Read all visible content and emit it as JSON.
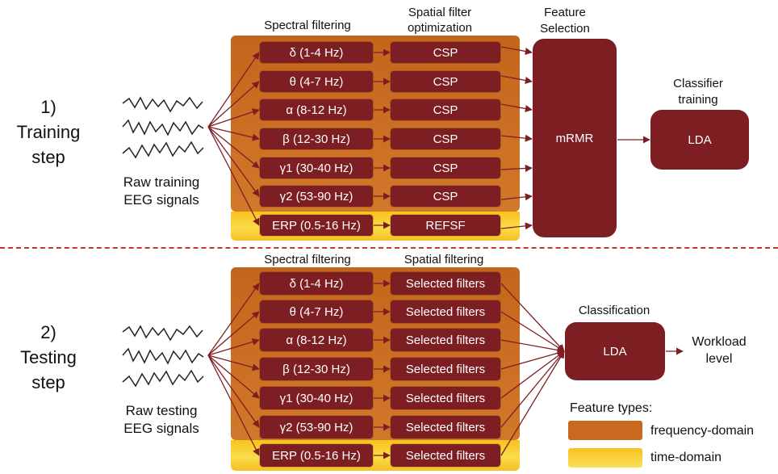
{
  "training": {
    "step_line1": "1)",
    "step_line2": "Training",
    "step_line3": "step",
    "signals_line1": "Raw training",
    "signals_line2": "EEG signals",
    "col_spectral": "Spectral filtering",
    "col_spatial_line1": "Spatial filter",
    "col_spatial_line2": "optimization",
    "col_feature_line1": "Feature",
    "col_feature_line2": "Selection",
    "col_classifier_line1": "Classifier",
    "col_classifier_line2": "training",
    "bands": [
      "δ (1-4 Hz)",
      "θ (4-7 Hz)",
      "α (8-12 Hz)",
      "β (12-30 Hz)",
      "γ1 (30-40 Hz)",
      "γ2 (53-90 Hz)"
    ],
    "band_filter": "CSP",
    "erp_band": "ERP (0.5-16 Hz)",
    "erp_filter": "REFSF",
    "selector": "mRMR",
    "classifier": "LDA"
  },
  "testing": {
    "step_line1": "2)",
    "step_line2": "Testing",
    "step_line3": "step",
    "signals_line1": "Raw testing",
    "signals_line2": "EEG signals",
    "col_spectral": "Spectral filtering",
    "col_spatial": "Spatial filtering",
    "col_classification": "Classification",
    "bands": [
      "δ (1-4 Hz)",
      "θ (4-7 Hz)",
      "α (8-12 Hz)",
      "β (12-30 Hz)",
      "γ1 (30-40 Hz)",
      "γ2 (53-90 Hz)"
    ],
    "band_filter": "Selected filters",
    "erp_band": "ERP (0.5-16 Hz)",
    "erp_filter": "Selected filters",
    "classifier": "LDA",
    "output_line1": "Workload",
    "output_line2": "level"
  },
  "legend": {
    "title": "Feature types:",
    "items": [
      {
        "label": "frequency-domain",
        "color": "#c9691f"
      },
      {
        "label": "time-domain",
        "color": "#f8cc2e"
      }
    ]
  },
  "colors": {
    "box": "#7d1f22",
    "arrow": "#7d1f22",
    "divider": "#c0392b",
    "frequency_panel": "#c9691f",
    "time_panel": "#f8cc2e"
  }
}
